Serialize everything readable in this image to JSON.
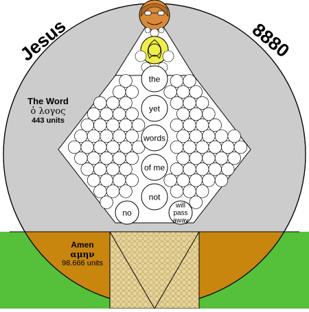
{
  "labels": {
    "top_left": "Jesus",
    "top_right": "8880",
    "word_title": "The Word",
    "word_greek": "ὁ λογος",
    "word_units": "443 units",
    "amen_title": "Amen",
    "amen_greek": "αμην",
    "amen_units": "98.666 units"
  },
  "circle_words": [
    "the",
    "yet",
    "words",
    "of me",
    "not",
    "no",
    "will pass away"
  ],
  "colors": {
    "sky": "#ffffff",
    "grass": "#55c03a",
    "disc": "#cccccc",
    "gold_band": "#c8860f",
    "sand": "#e6d49a",
    "face": "#d88a3a",
    "halo": "#f0ee4a"
  }
}
